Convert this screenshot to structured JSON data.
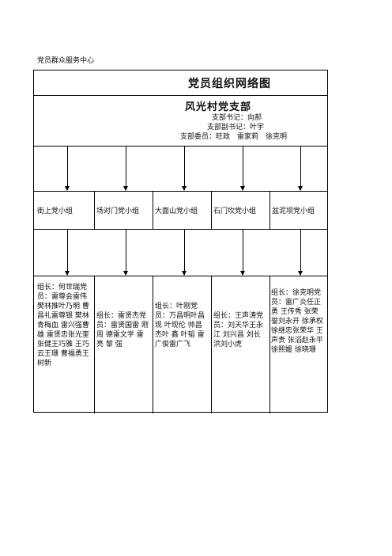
{
  "header": {
    "org_label": "党员群众服务中心"
  },
  "chart": {
    "title": "党员组织网络图",
    "branch_name": "风光村党支部",
    "secretary": "支部书记：向郝",
    "deputy": "支部副书记：叶宇",
    "committee": "支部委员：旺政　雷家莉　徐克明"
  },
  "groups": [
    {
      "name": "街上党小组",
      "members": "组长：何世瑞党员：雷尊会雷伟 樊林推叶乃明 曹昌礼雷尊银 樊林青梅血 雷兴强曹雄 雷贤忠张光奎 张健王巧雅 王巧云王珊 曹福勇王树新"
    },
    {
      "name": "场对门党小组",
      "members": "组长：雷贤杰党员：雷贤国雷 刚 周 德雷文学 雷亮 黎 强"
    },
    {
      "name": "大面山党小组",
      "members": "组长：叶刚党员：万昌明叶昌现 叶现伦 帅昌杰叶 鑫 叶韬 雷广俊雷广飞"
    },
    {
      "name": "石门坎党小组",
      "members": "组长：王声涛党员：刘天华王永江 刘兴昌 刘长洪刘小虎"
    },
    {
      "name": "盆泥坝党小组",
      "members": "组长：徐克明党员：雷广炎任正勇 王传秀 张荣誉刘永开 徐承权 徐继忠张荣华 王声贵 张滔赵永平 徐熙媛 徐晓珊"
    }
  ]
}
